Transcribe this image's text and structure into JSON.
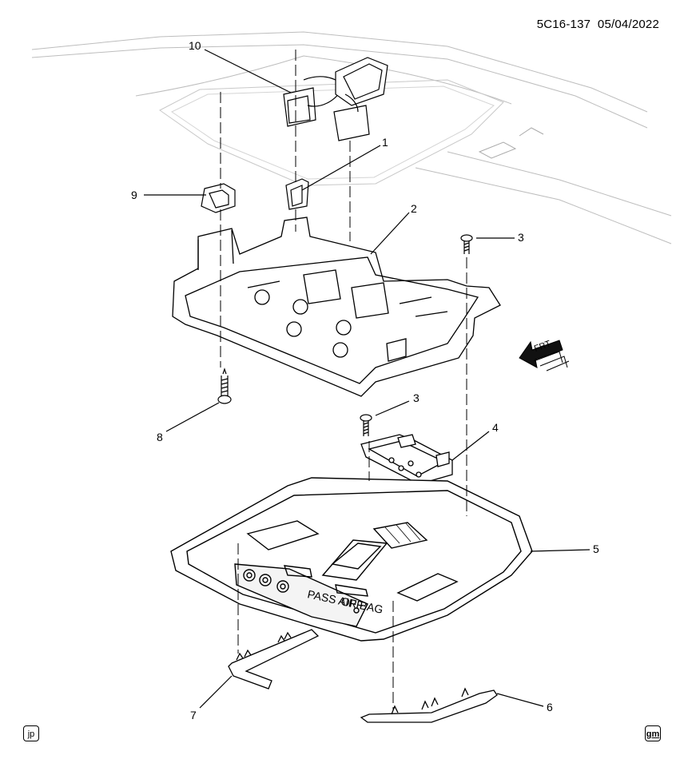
{
  "header": {
    "doc_id": "5C16-137",
    "date": "05/04/2022"
  },
  "callouts": [
    "1",
    "2",
    "3",
    "3",
    "4",
    "5",
    "6",
    "7",
    "8",
    "9",
    "10"
  ],
  "direction_label": "FRT",
  "panel_labels": {
    "airbag": "PASS AIR BAG",
    "airbag_state": "OFF"
  },
  "badges": {
    "left": "jp",
    "right": "gm"
  }
}
